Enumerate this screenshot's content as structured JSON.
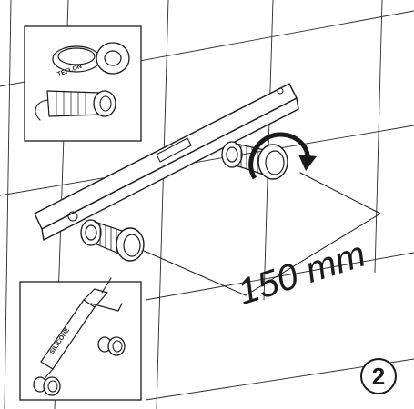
{
  "measurement": "150 mm",
  "step_number": "2",
  "teflon_label": "TEFLON",
  "silicone_label": "SILICONE",
  "icons": {
    "teflon_inset": "teflon-tape-inset",
    "silicone_inset": "silicone-gun-inset",
    "level": "spirit-level",
    "rotate": "tighten-rotate-arrow"
  }
}
